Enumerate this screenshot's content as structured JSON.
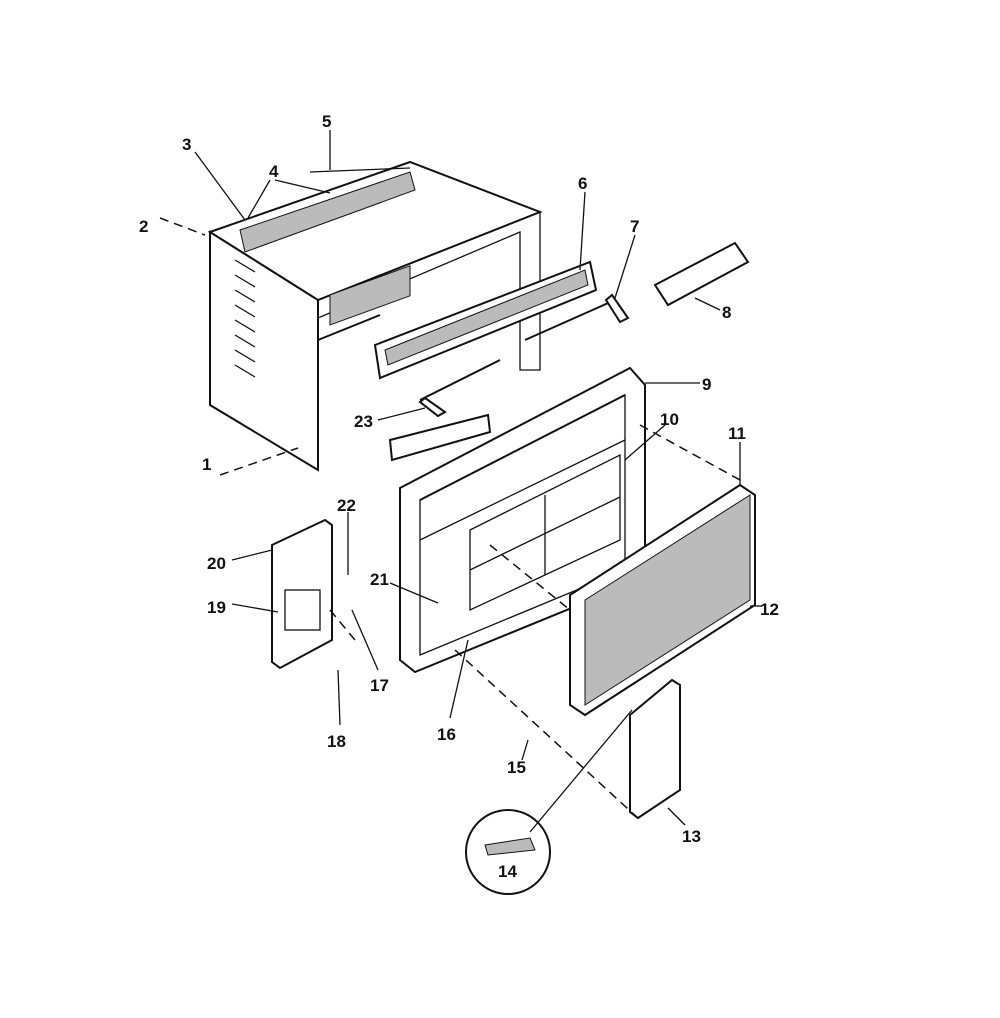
{
  "diagram": {
    "type": "exploded-parts-view",
    "part_labels": [
      "1",
      "2",
      "3",
      "4",
      "5",
      "6",
      "7",
      "8",
      "9",
      "10",
      "11",
      "12",
      "13",
      "14",
      "15",
      "16",
      "17",
      "18",
      "19",
      "20",
      "21",
      "22",
      "23"
    ]
  }
}
